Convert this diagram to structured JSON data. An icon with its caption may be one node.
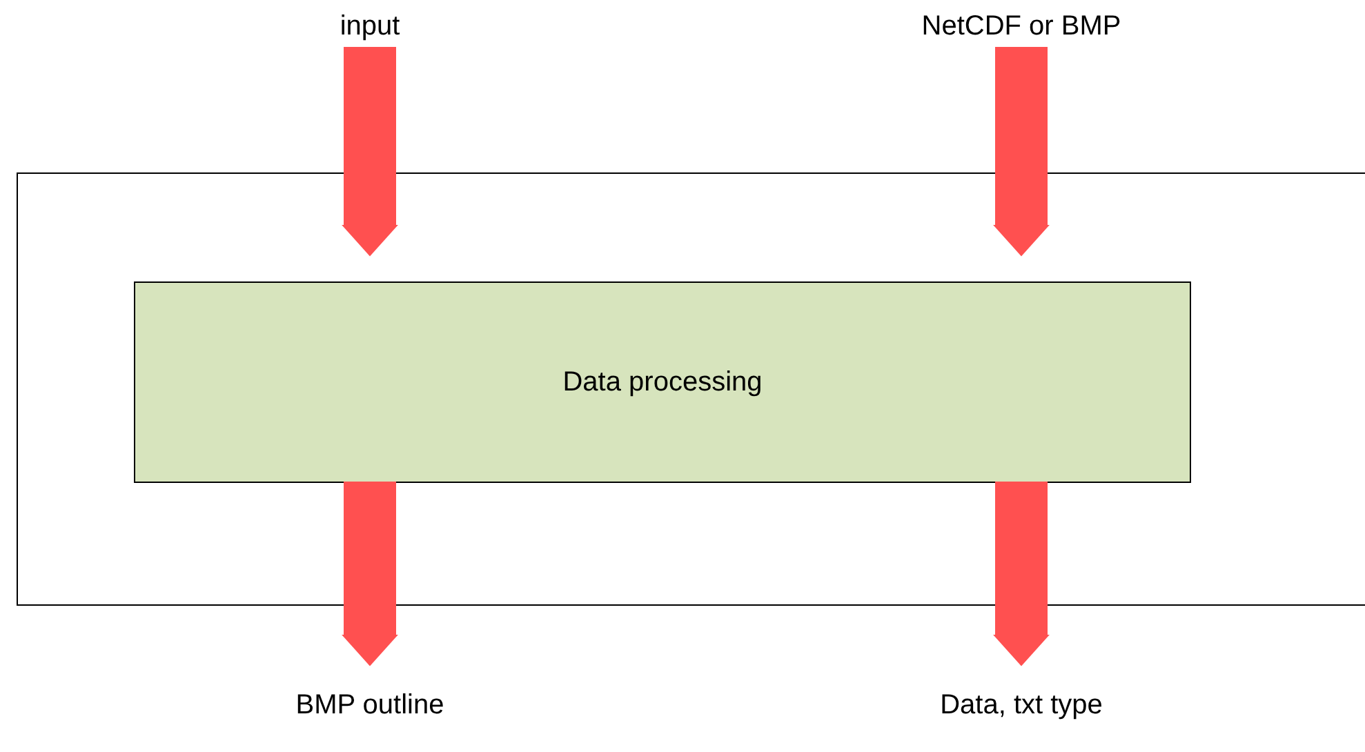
{
  "diagram": {
    "nodes": [
      {
        "text": [
          "input"
        ]
      },
      {
        "text": [
          "NetCDF or BMP"
        ]
      },
      {
        "text": [],
        "shape": "box"
      },
      {
        "text": [
          "Data processing"
        ],
        "in": 2
      },
      {
        "text": [
          "BMP outline"
        ]
      },
      {
        "text": [
          "Data, txt type"
        ]
      }
    ],
    "edges": [
      {
        "from": 0,
        "to": 3,
        "arrow": "to"
      },
      {
        "from": 1,
        "to": 3,
        "arrow": "to"
      },
      {
        "from": 3,
        "to": 4,
        "arrow": "to"
      },
      {
        "from": 3,
        "to": 5,
        "arrow": "to"
      }
    ]
  }
}
